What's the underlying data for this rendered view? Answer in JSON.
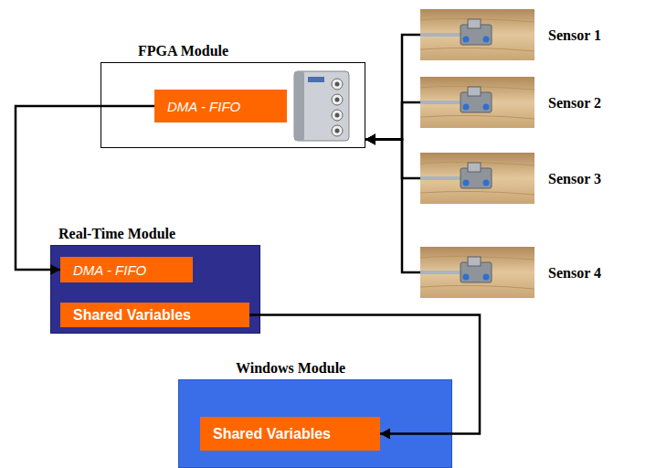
{
  "diagram": {
    "nodes": [
      {
        "text": [
          "FPGA Module"
        ]
      },
      {
        "text": [
          "DMA - FIFO"
        ],
        "in": 0
      },
      {
        "text": [
          "Sensor 1"
        ]
      },
      {
        "text": [
          "Sensor 2"
        ]
      },
      {
        "text": [
          "Sensor 3"
        ]
      },
      {
        "text": [
          "Sensor 4"
        ]
      },
      {
        "text": [
          "Real-Time Module"
        ]
      },
      {
        "text": [
          "DMA - FIFO"
        ],
        "in": 6
      },
      {
        "text": [
          "Shared Variables"
        ],
        "in": 6
      },
      {
        "text": [
          "Windows Module"
        ]
      },
      {
        "text": [
          "Shared Variables"
        ],
        "in": 9
      }
    ],
    "edges": [
      {
        "from": 2,
        "to": 0,
        "arrow": "to"
      },
      {
        "from": 3,
        "to": 0,
        "arrow": "to"
      },
      {
        "from": 4,
        "to": 0,
        "arrow": "to"
      },
      {
        "from": 5,
        "to": 0,
        "arrow": "to"
      },
      {
        "from": 1,
        "to": 7,
        "arrow": "to"
      },
      {
        "from": 8,
        "to": 10,
        "arrow": "to"
      }
    ]
  }
}
